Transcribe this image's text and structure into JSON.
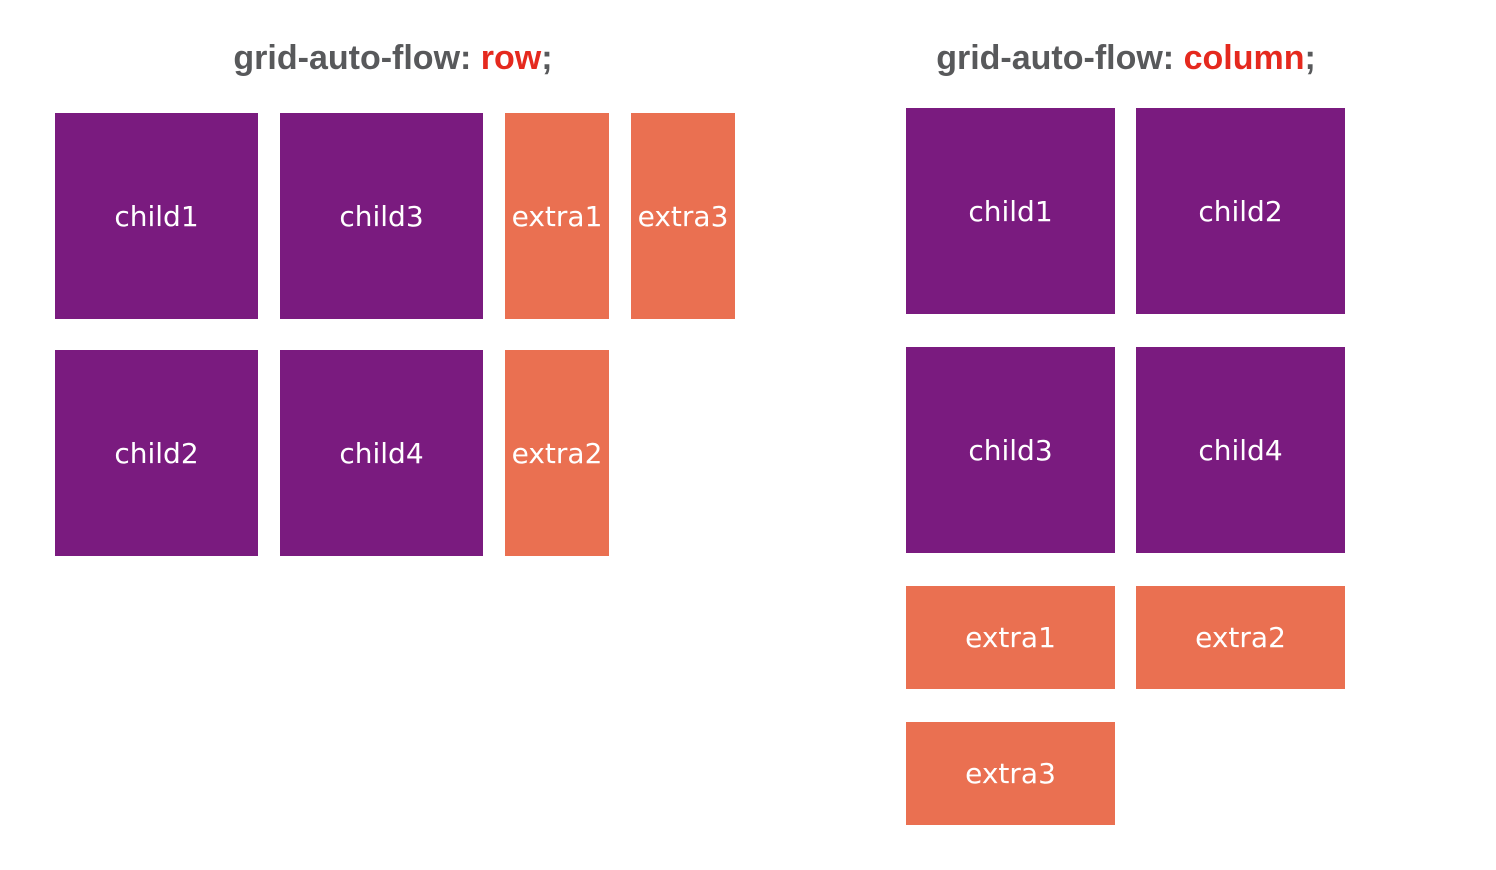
{
  "colors": {
    "purple": "#7a1b7f",
    "orange": "#ea7051",
    "title_gray": "#58595b",
    "keyword_red": "#e5291e"
  },
  "panels": [
    {
      "id": "row",
      "title": {
        "prefix": "grid-auto-flow: ",
        "keyword": "row",
        "suffix": ";"
      },
      "cells": [
        {
          "label": "child1",
          "kind": "child"
        },
        {
          "label": "child3",
          "kind": "child"
        },
        {
          "label": "extra1",
          "kind": "extra"
        },
        {
          "label": "extra3",
          "kind": "extra"
        },
        {
          "label": "child2",
          "kind": "child"
        },
        {
          "label": "child4",
          "kind": "child"
        },
        {
          "label": "extra2",
          "kind": "extra"
        }
      ]
    },
    {
      "id": "column",
      "title": {
        "prefix": "grid-auto-flow: ",
        "keyword": "column",
        "suffix": ";"
      },
      "cells": [
        {
          "label": "child1",
          "kind": "child"
        },
        {
          "label": "child2",
          "kind": "child"
        },
        {
          "label": "child3",
          "kind": "child"
        },
        {
          "label": "child4",
          "kind": "child"
        },
        {
          "label": "extra1",
          "kind": "extra"
        },
        {
          "label": "extra2",
          "kind": "extra"
        },
        {
          "label": "extra3",
          "kind": "extra"
        }
      ]
    }
  ]
}
